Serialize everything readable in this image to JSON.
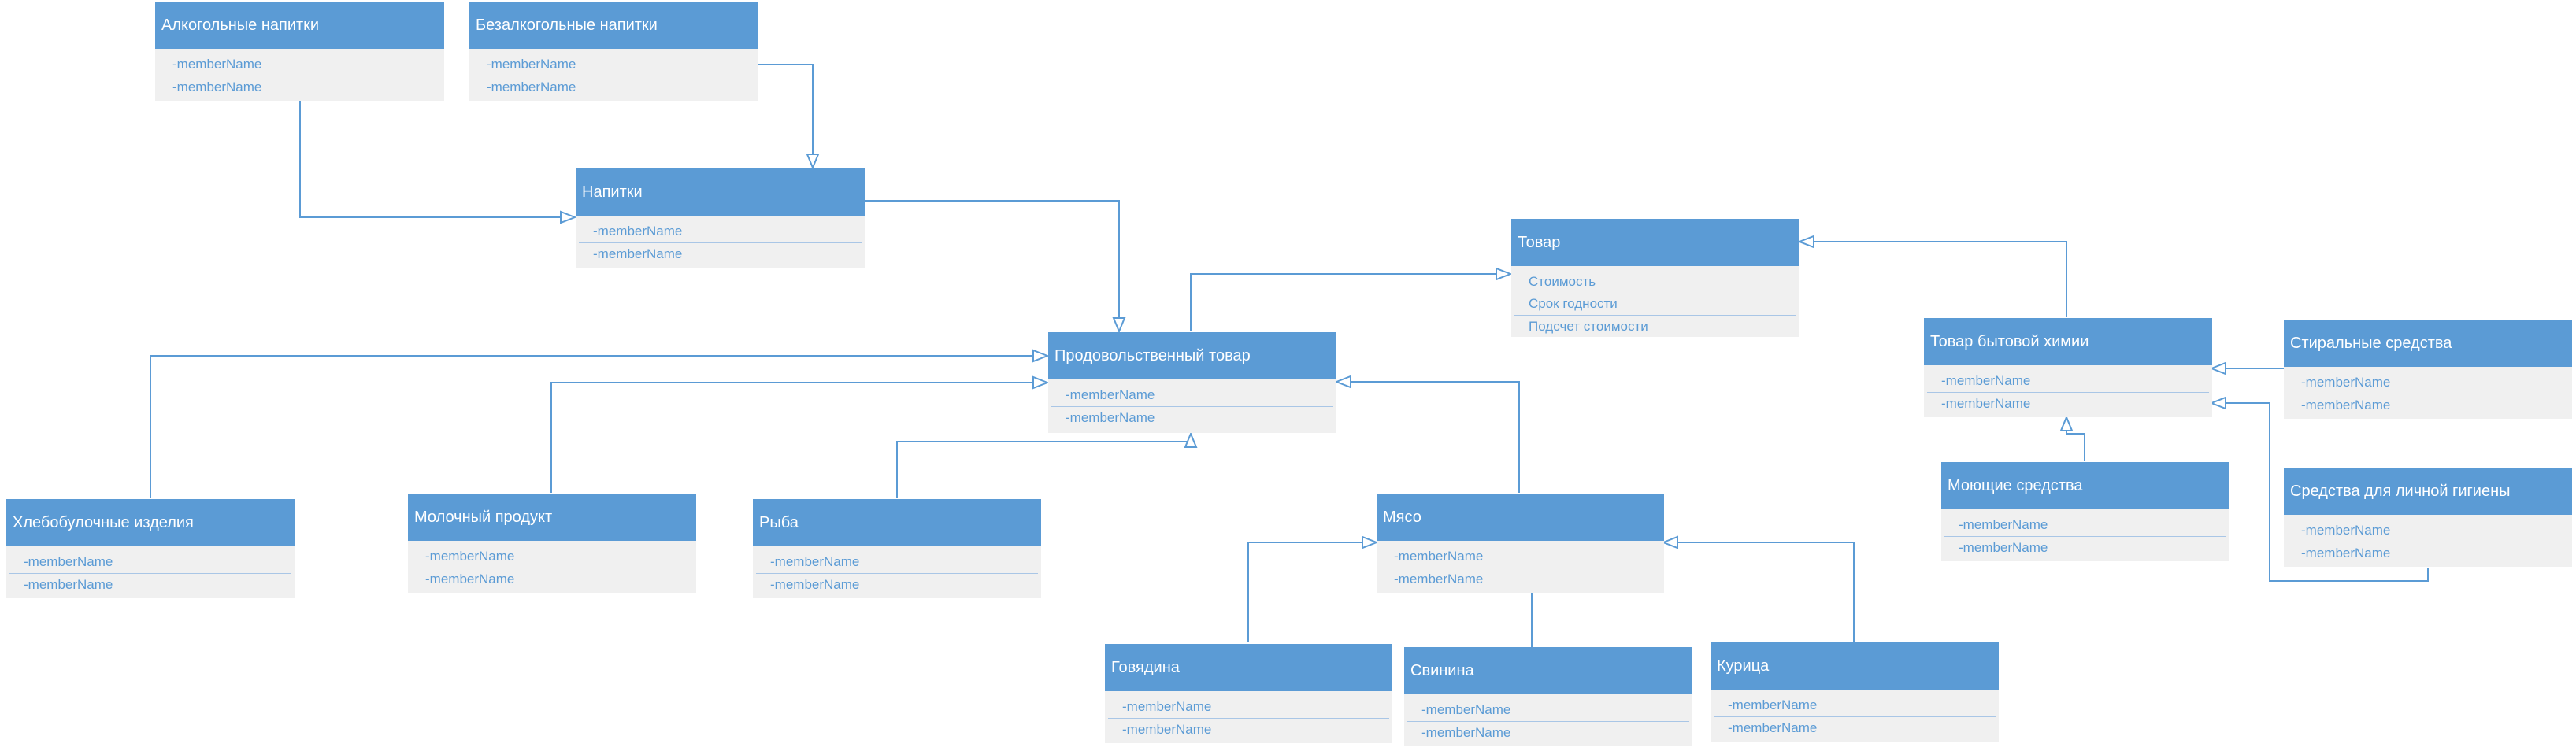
{
  "classes": {
    "alcoholic": {
      "name": "Алкогольные напитки",
      "members": [
        "-memberName",
        "-memberName"
      ]
    },
    "nonalcoholic": {
      "name": "Безалкогольные напитки",
      "members": [
        "-memberName",
        "-memberName"
      ]
    },
    "drinks": {
      "name": "Напитки",
      "members": [
        "-memberName",
        "-memberName"
      ]
    },
    "product": {
      "name": "Товар",
      "attributes": [
        "Стоимость",
        "Срок годности"
      ],
      "operations": [
        "Подсчет стоимости"
      ]
    },
    "food": {
      "name": "Продовольственный товар",
      "members": [
        "-memberName",
        "-memberName"
      ]
    },
    "household": {
      "name": "Товар бытовой химии",
      "members": [
        "-memberName",
        "-memberName"
      ]
    },
    "washing": {
      "name": "Стиральные средства",
      "members": [
        "-memberName",
        "-memberName"
      ]
    },
    "bakery": {
      "name": "Хлебобулочные изделия",
      "members": [
        "-memberName",
        "-memberName"
      ]
    },
    "dairy": {
      "name": "Молочный продукт",
      "members": [
        "-memberName",
        "-memberName"
      ]
    },
    "fish": {
      "name": "Рыба",
      "members": [
        "-memberName",
        "-memberName"
      ]
    },
    "meat": {
      "name": "Мясо",
      "members": [
        "-memberName",
        "-memberName"
      ]
    },
    "detergent": {
      "name": "Моющие средства",
      "members": [
        "-memberName",
        "-memberName"
      ]
    },
    "hygiene": {
      "name": "Средства для личной гигиены",
      "members": [
        "-memberName",
        "-memberName"
      ]
    },
    "beef": {
      "name": "Говядина",
      "members": [
        "-memberName",
        "-memberName"
      ]
    },
    "pork": {
      "name": "Свинина",
      "members": [
        "-memberName",
        "-memberName"
      ]
    },
    "chicken": {
      "name": "Курица",
      "members": [
        "-memberName",
        "-memberName"
      ]
    }
  },
  "colors": {
    "header": "#5b9bd5",
    "body": "#f0f0f0",
    "line": "#5b9bd5"
  }
}
